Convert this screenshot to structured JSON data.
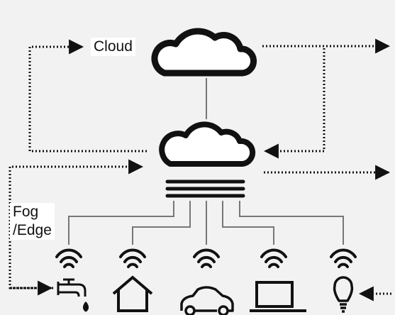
{
  "labels": {
    "cloud": "Cloud",
    "fog_edge_line1": "Fog",
    "fog_edge_line2": "/Edge"
  },
  "devices": [
    "water-tap",
    "house",
    "car",
    "laptop",
    "light-bulb"
  ],
  "colors": {
    "background": "#f2f2f2",
    "stroke": "#111111",
    "connector": "#777777",
    "label_bg": "#ffffff"
  }
}
